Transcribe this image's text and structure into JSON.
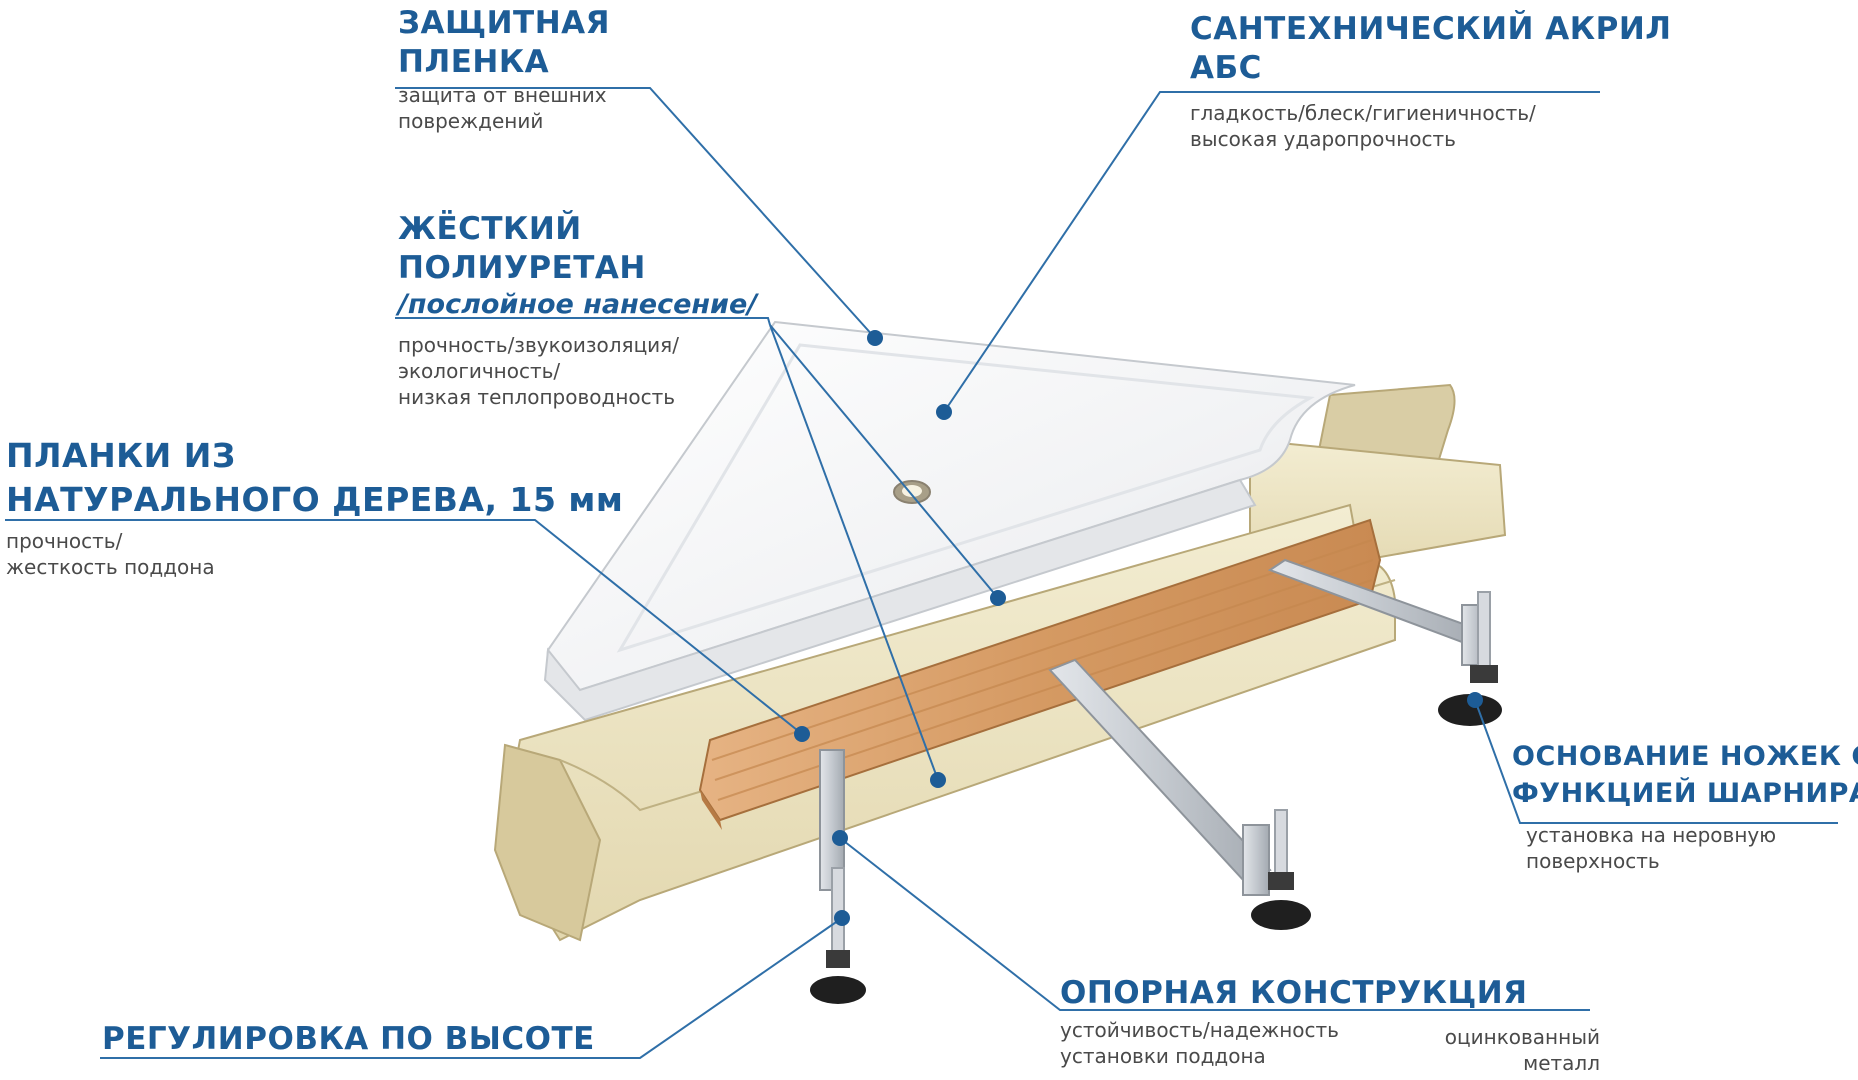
{
  "colors": {
    "accent": "#1d5c96",
    "leader": "#2f6fa8",
    "text": "#4a4a4a",
    "foam": "#efe8cb",
    "foam_edge": "#c9bc92",
    "acrylic": "#f4f5f7",
    "wood": "#d9a06b",
    "metal": "#c8ccd1"
  },
  "callouts": {
    "film": {
      "title_line1": "ЗАЩИТНАЯ",
      "title_line2": "ПЛЕНКА",
      "desc_line1": "защита от внешних",
      "desc_line2": "повреждений"
    },
    "acrylic": {
      "title_line1": "САНТЕХНИЧЕСКИЙ АКРИЛ",
      "title_line2": "АБС",
      "desc_line1": "гладкость/блеск/гигиеничность/",
      "desc_line2": "высокая ударопрочность"
    },
    "polyurethane": {
      "title_line1": "ЖЁСТКИЙ",
      "title_line2": "ПОЛИУРЕТАН",
      "subtitle": "/послойное нанесение/",
      "desc_line1": "прочность/звукоизоляция/",
      "desc_line2": "экологичность/",
      "desc_line3": "низкая теплопроводность"
    },
    "wood": {
      "title_line1": "ПЛАНКИ ИЗ",
      "title_line2": "НАТУРАЛЬНОГО ДЕРЕВА, 15 мм",
      "desc_line1": "прочность/",
      "desc_line2": "жесткость поддона"
    },
    "hinge": {
      "title_line1": "ОСНОВАНИЕ НОЖЕК С",
      "title_line2": "ФУНКЦИЕЙ ШАРНИРА",
      "desc_line1": "установка на неровную",
      "desc_line2": "поверхность"
    },
    "support": {
      "title": "ОПОРНАЯ КОНСТРУКЦИЯ",
      "desc_line1": "устойчивость/надежность",
      "desc_line2": "установки поддона",
      "extra_line1": "оцинкованный",
      "extra_line2": "металл"
    },
    "height": {
      "title": "РЕГУЛИРОВКА ПО ВЫСОТЕ"
    }
  }
}
